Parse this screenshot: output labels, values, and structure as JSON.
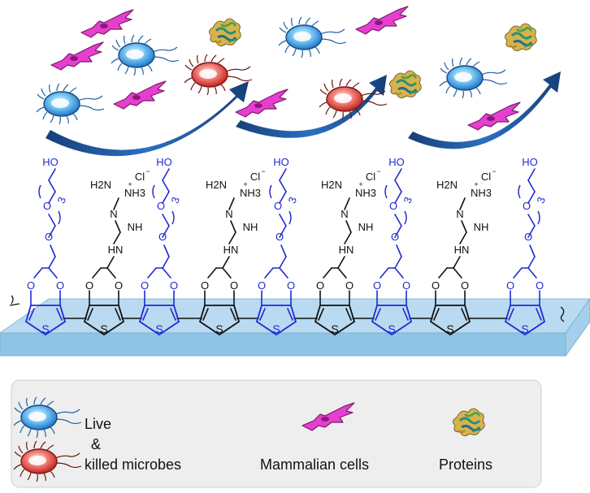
{
  "legend": {
    "microbes_line1": "Live",
    "microbes_line2": "&",
    "microbes_line3": "killed microbes",
    "mammalian": "Mammalian cells",
    "proteins": "Proteins"
  },
  "chem": {
    "hydroxyl": "HO",
    "ether_o": "O",
    "repeat_n": "3",
    "ring_o": "O",
    "sulfur": "S",
    "amine_h2n": "H2N",
    "ammonium": "NH3",
    "plus": "+",
    "chloride": "Cl",
    "minus": "−",
    "imine_n": "N",
    "nh_imine": "NH",
    "nh_link": "HN"
  },
  "colors": {
    "peg_blue": "#1f2bd1",
    "bond_black": "#111111",
    "substrate_top": "#b9daf0",
    "substrate_front": "#8ec5e6",
    "arrow_blue": "#1e5fa8",
    "microbe_live": "#3ba4e8",
    "microbe_killed": "#e8403b",
    "mammalian_cell": "#e63fd0",
    "legend_bg": "#eeeeee"
  },
  "icons": {
    "live_microbe": "live-microbe-icon",
    "killed_microbe": "killed-microbe-icon",
    "mammalian_cell": "mammalian-cell-icon",
    "protein": "protein-icon",
    "arrow": "curved-arrow-icon"
  }
}
